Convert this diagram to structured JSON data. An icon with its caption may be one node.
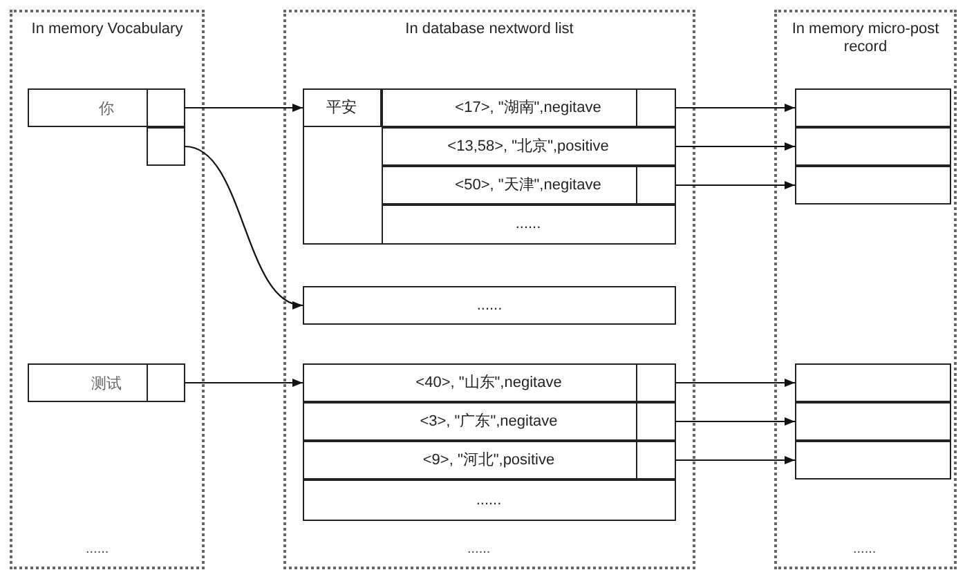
{
  "diagram": {
    "nodes": [
      {
        "text": [
          "In memory Vocabulary"
        ]
      },
      {
        "text": [
          "你"
        ],
        "in": 0
      },
      {
        "text": [],
        "shape": "box",
        "in": 1
      },
      {
        "text": [],
        "shape": "box",
        "in": 0
      },
      {
        "text": [
          "测试"
        ],
        "in": 0
      },
      {
        "text": [],
        "shape": "box",
        "in": 4
      },
      {
        "text": [
          "In database nextword list"
        ]
      },
      {
        "text": [],
        "shape": "box",
        "in": 6
      },
      {
        "text": [
          "平安"
        ],
        "in": 7
      },
      {
        "text": [
          "<17>, \"湖南\",negitave"
        ],
        "in": 7
      },
      {
        "text": [],
        "shape": "box",
        "in": 9
      },
      {
        "text": [
          "<13,58>, \"北京\",positive"
        ],
        "in": 7
      },
      {
        "text": [
          "<50>, \"天津\",negitave"
        ],
        "in": 7
      },
      {
        "text": [],
        "shape": "box",
        "in": 12
      },
      {
        "text": [
          "......"
        ],
        "in": 7
      },
      {
        "text": [
          "......"
        ],
        "in": 6
      },
      {
        "text": [],
        "shape": "box",
        "in": 6
      },
      {
        "text": [
          "<40>, \"山东\",negitave"
        ],
        "in": 16
      },
      {
        "text": [],
        "shape": "box",
        "in": 17
      },
      {
        "text": [
          "<3>, \"广东\",negitave"
        ],
        "in": 16
      },
      {
        "text": [],
        "shape": "box",
        "in": 19
      },
      {
        "text": [
          "<9>, \"河北\",positive"
        ],
        "in": 16
      },
      {
        "text": [],
        "shape": "box",
        "in": 21
      },
      {
        "text": [
          "......"
        ],
        "in": 16
      },
      {
        "text": [
          "In memory micro-post record"
        ]
      },
      {
        "text": [],
        "shape": "box",
        "in": 24
      },
      {
        "text": [],
        "shape": "box",
        "in": 24
      },
      {
        "text": [],
        "shape": "box",
        "in": 24
      },
      {
        "text": [],
        "shape": "box",
        "in": 24
      },
      {
        "text": [],
        "shape": "box",
        "in": 24
      },
      {
        "text": [],
        "shape": "box",
        "in": 24
      }
    ],
    "edges": [
      {
        "from": 2,
        "to": 8,
        "arrow": "to"
      },
      {
        "from": 3,
        "to": 15,
        "arrow": "to"
      },
      {
        "from": 5,
        "to": 17,
        "arrow": "to"
      },
      {
        "from": 10,
        "to": 25,
        "arrow": "to"
      },
      {
        "from": 11,
        "to": 26,
        "arrow": "to"
      },
      {
        "from": 13,
        "to": 27,
        "arrow": "to"
      },
      {
        "from": 18,
        "to": 28,
        "arrow": "to"
      },
      {
        "from": 20,
        "to": 29,
        "arrow": "to"
      },
      {
        "from": 22,
        "to": 30,
        "arrow": "to"
      }
    ],
    "labels": [
      "......",
      "......",
      "......"
    ]
  }
}
